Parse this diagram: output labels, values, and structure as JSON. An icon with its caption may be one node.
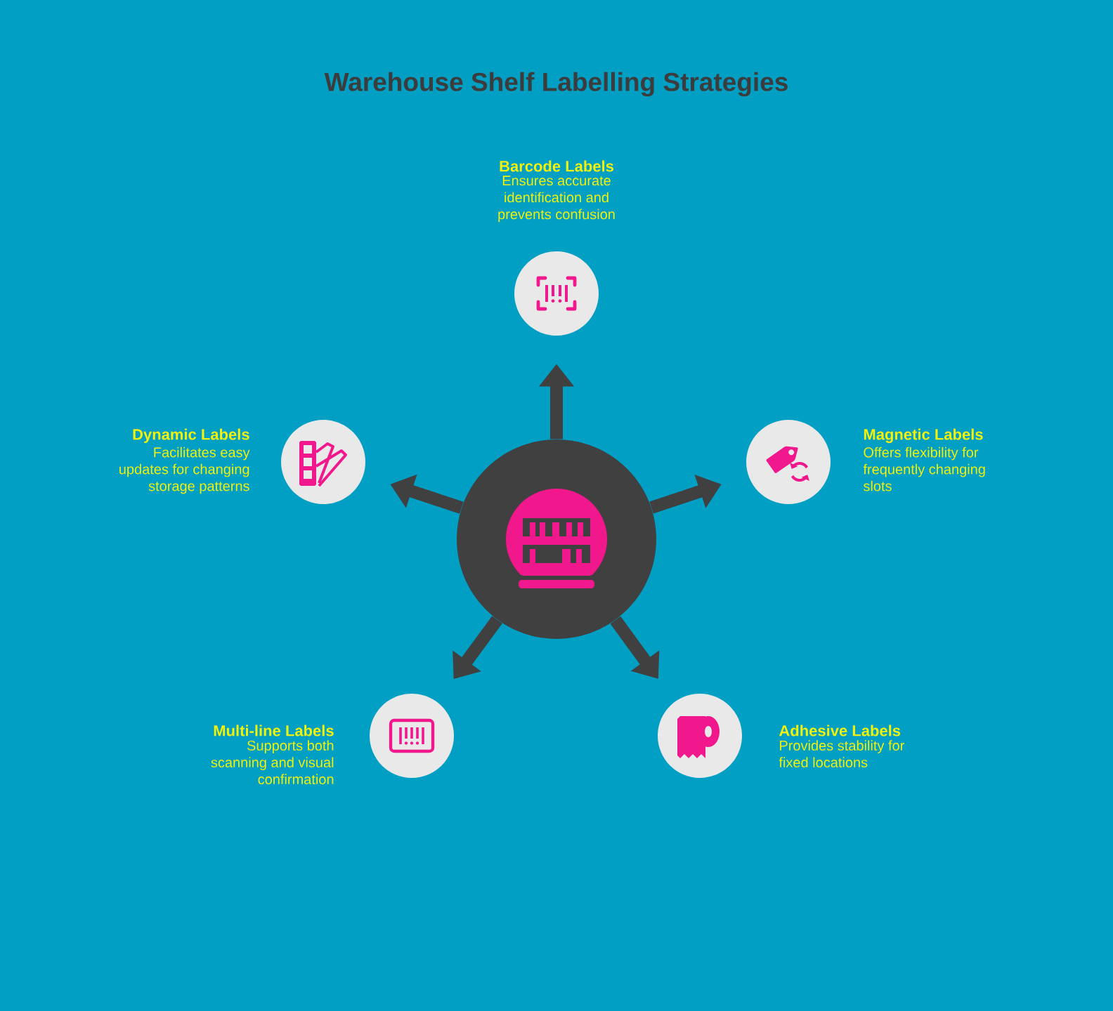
{
  "diagram": {
    "title": "Warehouse Shelf Labelling Strategies",
    "nodes": [
      {
        "text": [],
        "shape": "circle"
      },
      {
        "text": [
          "Barcode Labels",
          "Ensures accurate identification and prevents confusion"
        ]
      },
      {
        "text": [
          "Dynamic Labels",
          "Facilitates easy updates for changing storage patterns"
        ]
      },
      {
        "text": [
          "Magnetic Labels",
          "Offers flexibility for frequently changing slots"
        ]
      },
      {
        "text": [
          "Multi-line Labels",
          "Supports both scanning and visual confirmation"
        ]
      },
      {
        "text": [
          "Adhesive Labels",
          "Provides stability for fixed locations"
        ]
      }
    ],
    "edges": [
      {
        "from": 0,
        "to": 1,
        "arrow": "to"
      },
      {
        "from": 0,
        "to": 2,
        "arrow": "to"
      },
      {
        "from": 0,
        "to": 3,
        "arrow": "to"
      },
      {
        "from": 0,
        "to": 4,
        "arrow": "to"
      },
      {
        "from": 0,
        "to": 5,
        "arrow": "to"
      }
    ]
  }
}
